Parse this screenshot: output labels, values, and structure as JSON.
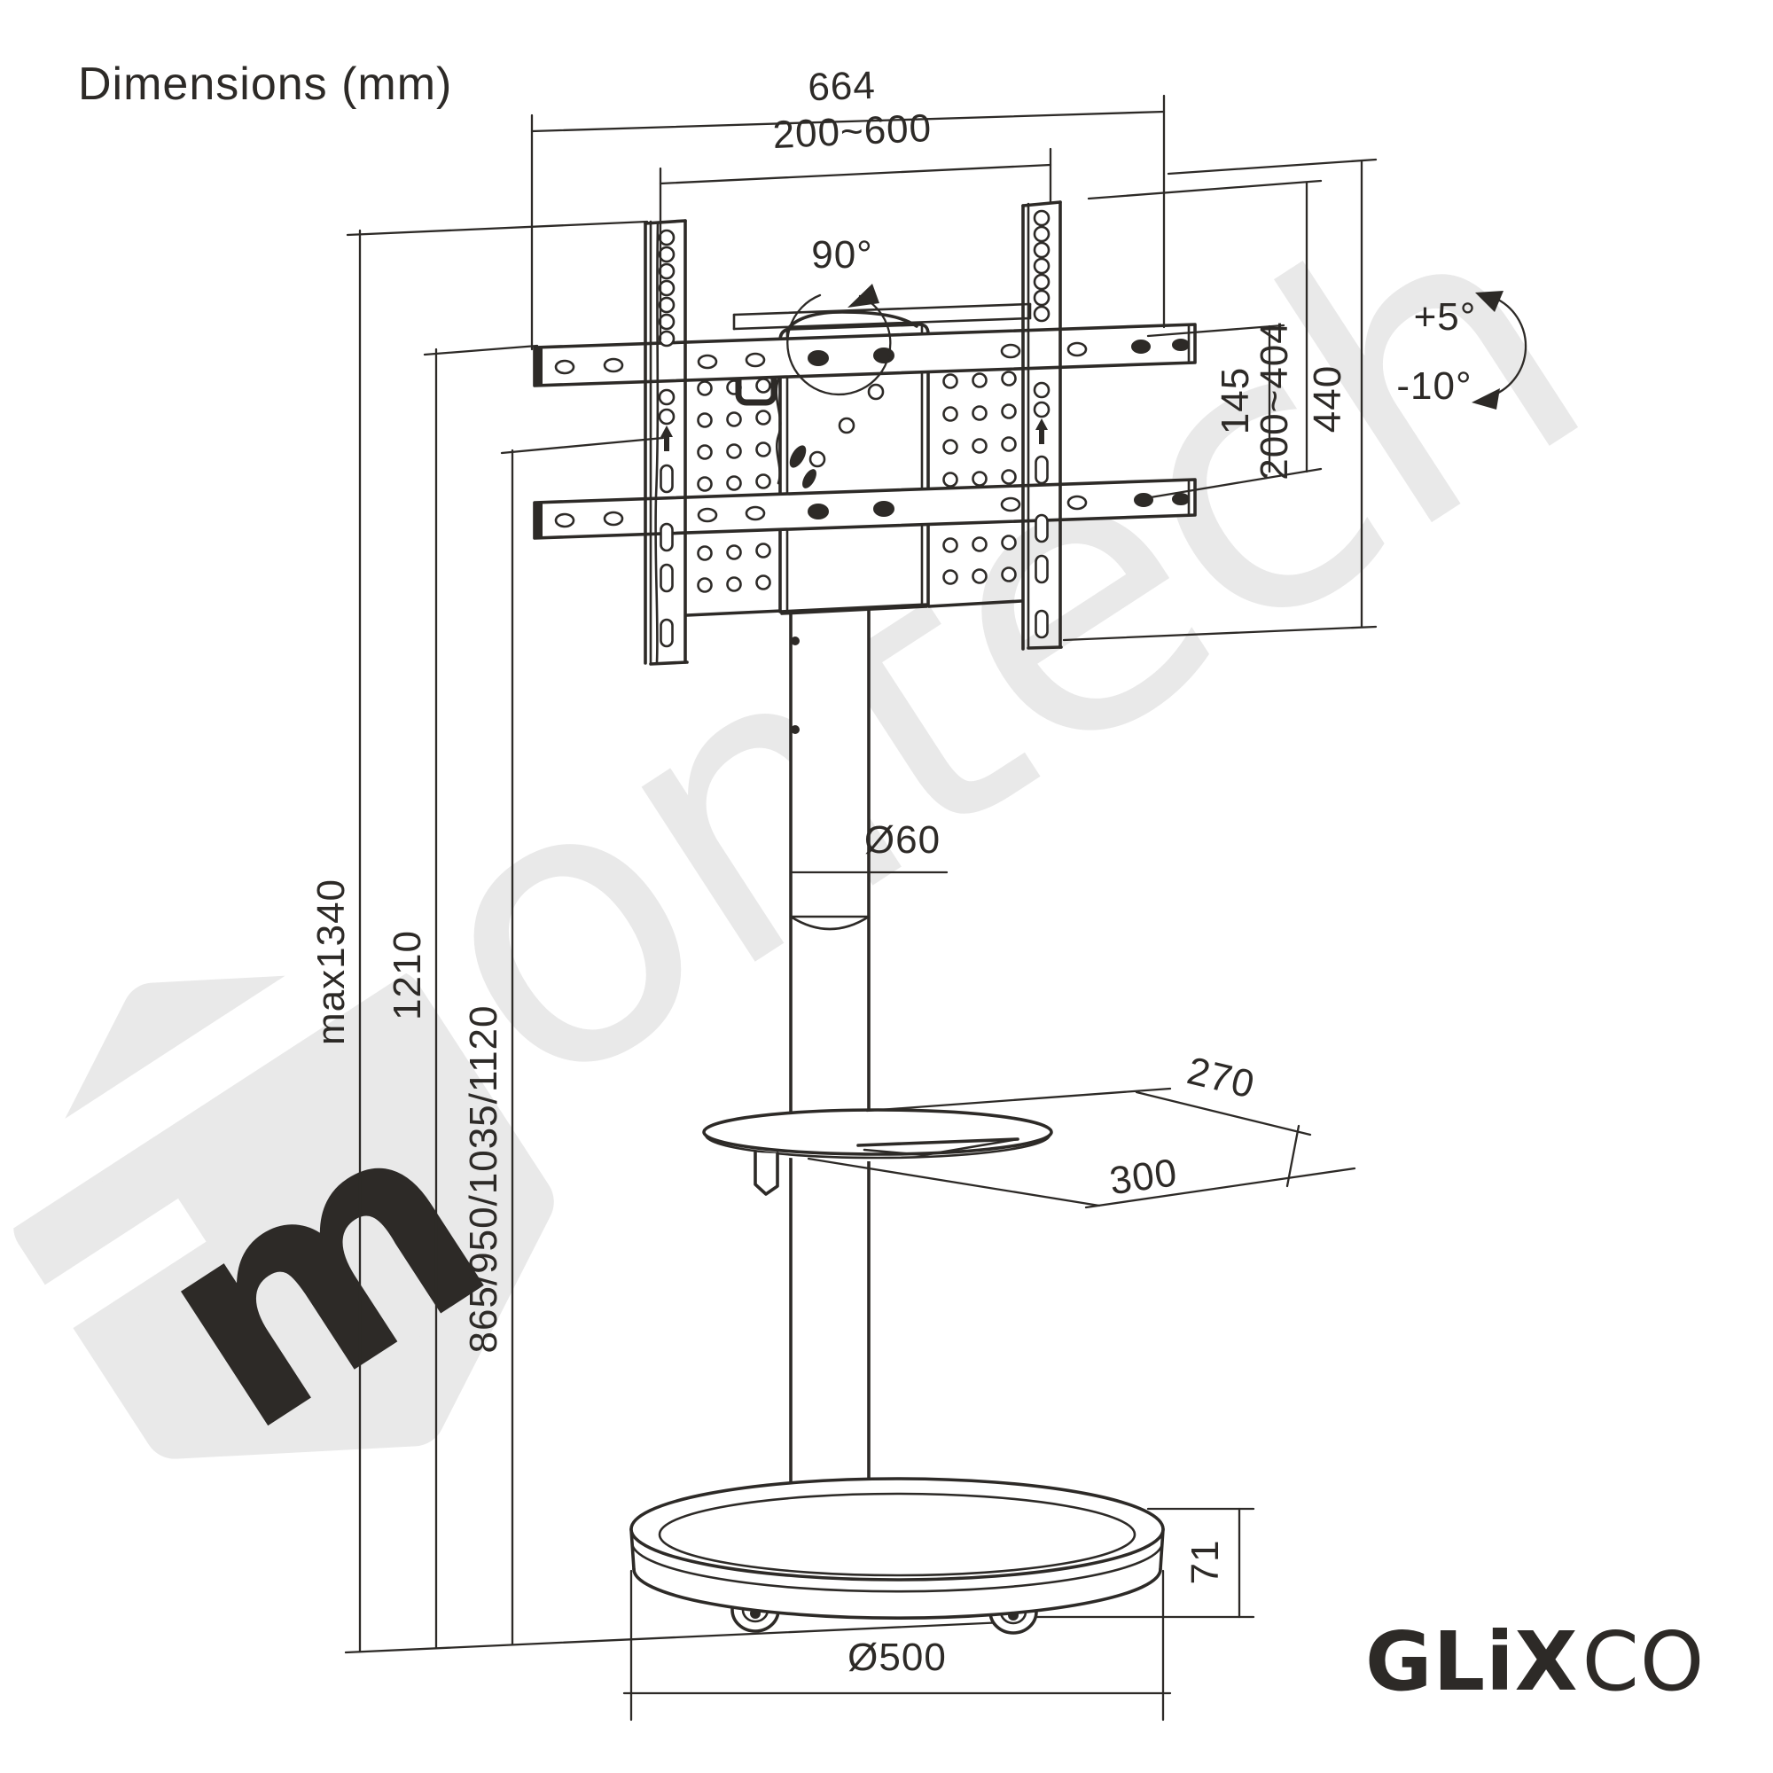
{
  "title": "Dimensions (mm)",
  "brand": {
    "logo_bold": "GLiX",
    "logo_light": "CO"
  },
  "watermark": {
    "badge_letter": "m",
    "script": "ontech"
  },
  "dims": {
    "top_width_overall": "664",
    "top_width_vesa": "200~600",
    "swivel_angle": "90°",
    "arm_gap": "145",
    "vesa_height_range": "200~404",
    "bracket_total_height": "440",
    "tilt_up": "+5°",
    "tilt_down": "-10°",
    "height_max": "max1340",
    "height_total": "1210",
    "height_settings": "865/950/1035/1120",
    "pole_diameter": "Ø60",
    "shelf_depth": "270",
    "shelf_width": "300",
    "base_height": "71",
    "base_diameter": "Ø500"
  }
}
